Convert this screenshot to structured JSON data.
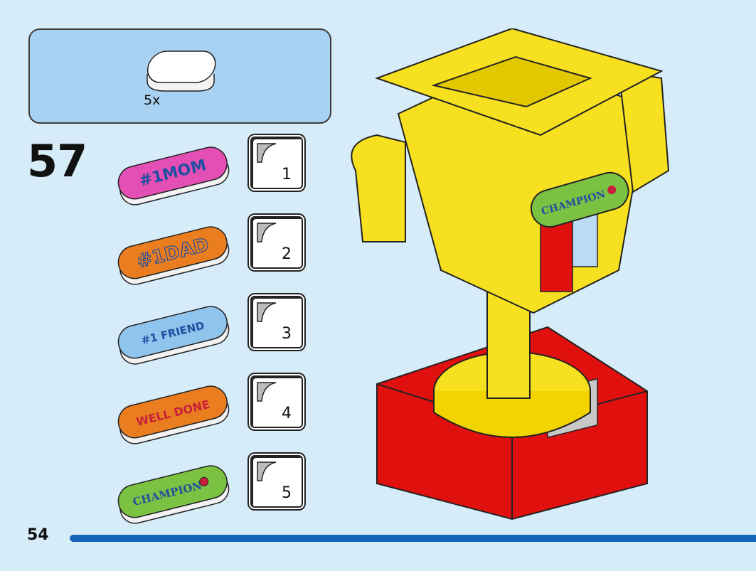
{
  "parts_callout": {
    "quantity": "5x"
  },
  "step": {
    "number": "57"
  },
  "stickers": [
    {
      "number": "1",
      "text": "#1MOM",
      "color": "#e44fb5"
    },
    {
      "number": "2",
      "text": "#1DAD",
      "color": "#ea7d20"
    },
    {
      "number": "3",
      "text": "#1 FRIEND",
      "color": "#8fc4ec"
    },
    {
      "number": "4",
      "text": "WELL DONE",
      "color": "#ea7d20"
    },
    {
      "number": "5",
      "text": "CHAMPION",
      "color": "#7cc242"
    }
  ],
  "trophy_plate": {
    "text": "CHAMPION"
  },
  "footer": {
    "page_number": "54"
  },
  "colors": {
    "background": "#d7ecf9",
    "parts_box": "#a9d2f2",
    "progress": "#1565b8",
    "trophy_yellow": "#f7e020",
    "base_red": "#e0100f"
  }
}
